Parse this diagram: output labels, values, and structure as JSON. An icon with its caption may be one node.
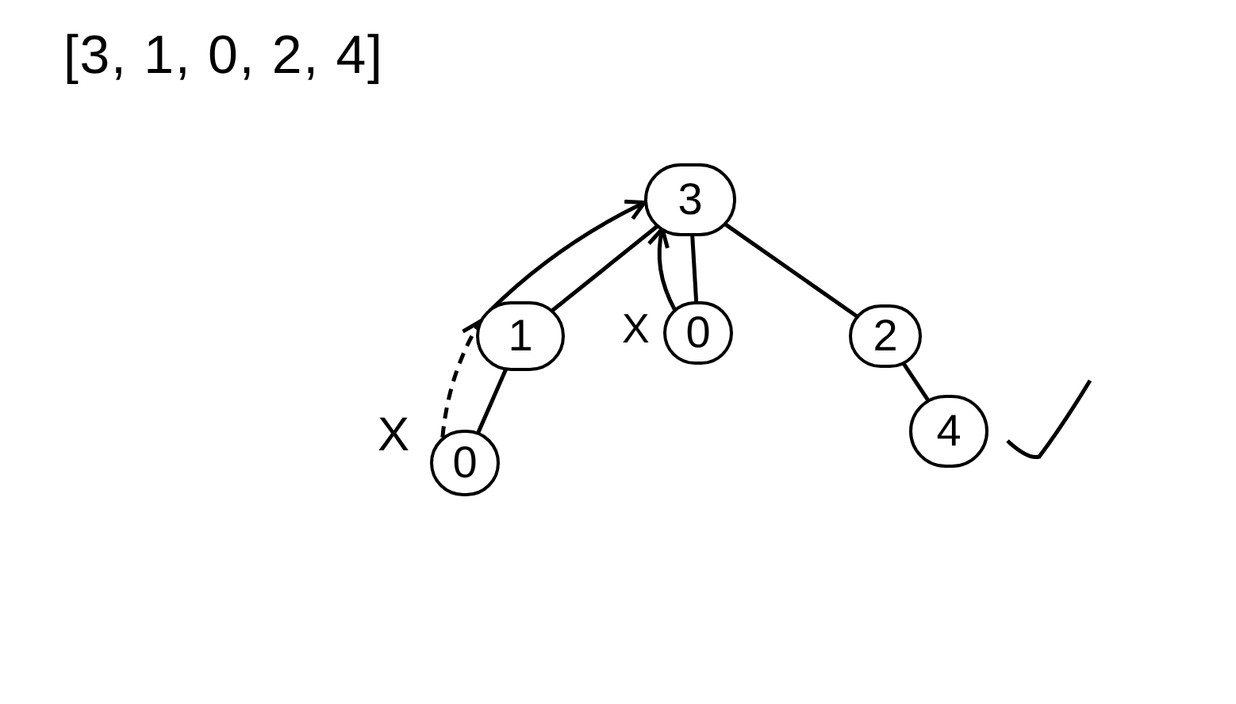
{
  "diagram": {
    "nodes": [
      {
        "text": [
          "3"
        ]
      },
      {
        "text": [
          "1"
        ]
      },
      {
        "text": [
          "0"
        ]
      },
      {
        "text": [
          "2"
        ]
      },
      {
        "text": [
          "0"
        ]
      },
      {
        "text": [
          "4"
        ]
      }
    ],
    "edges": [
      {
        "from": 0,
        "to": 1,
        "arrow": "none"
      },
      {
        "from": 0,
        "to": 2,
        "arrow": "none"
      },
      {
        "from": 0,
        "to": 3,
        "arrow": "none"
      },
      {
        "from": 1,
        "to": 4,
        "arrow": "none"
      },
      {
        "from": 3,
        "to": 5,
        "arrow": "none"
      },
      {
        "from": 4,
        "to": 1,
        "arrow": "to",
        "style": "dashed"
      },
      {
        "from": 1,
        "to": 0,
        "arrow": "to"
      },
      {
        "from": 2,
        "to": 0,
        "arrow": "to"
      }
    ],
    "labels": [
      "[3, 1, 0, 2, 4]",
      "X",
      "X"
    ]
  }
}
